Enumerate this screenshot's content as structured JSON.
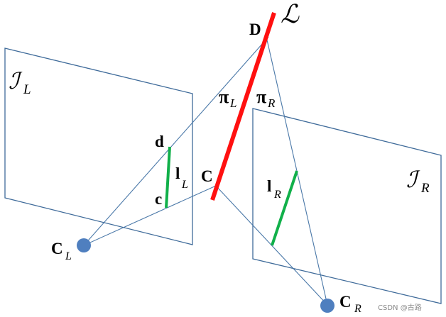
{
  "labels": {
    "line_3d": "ℒ",
    "point_D": "D",
    "point_C": "C",
    "plane_left": "ℐ",
    "plane_left_sub": "L",
    "plane_right": "ℐ",
    "plane_right_sub": "R",
    "pi_left": "π",
    "pi_left_sub": "L",
    "pi_right": "π",
    "pi_right_sub": "R",
    "point_d": "d",
    "point_c": "c",
    "line_left": "l",
    "line_left_sub": "L",
    "line_right": "l",
    "line_right_sub": "R",
    "camera_left": "C",
    "camera_left_sub": "L",
    "camera_right": "C",
    "camera_right_sub": "R"
  },
  "watermark": "CSDN @古路",
  "colors": {
    "plane_stroke": "#3f6b9a",
    "ray_stroke": "#4a78a8",
    "line_3d": "#ff1010",
    "projected_lines": "#11b04a",
    "camera_centers": "#4f7fbf",
    "text": "#000000"
  }
}
